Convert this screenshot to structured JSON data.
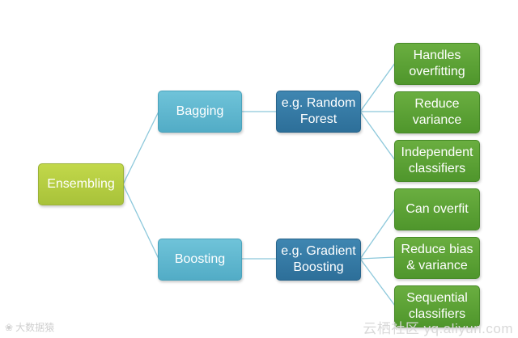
{
  "nodes": {
    "root": "Ensembling",
    "bagging": "Bagging",
    "boosting": "Boosting",
    "random_forest": "e.g. Random\nForest",
    "gradient_boosting": "e.g. Gradient\nBoosting",
    "handles_overfitting": "Handles\noverfitting",
    "reduce_variance": "Reduce\nvariance",
    "independent_classifiers": "Independent\nclassifiers",
    "can_overfit": "Can overfit",
    "reduce_bias_variance": "Reduce bias\n& variance",
    "sequential_classifiers": "Sequential\nclassifiers"
  },
  "colors": {
    "root": "#b5cd42",
    "level1": "#5cb6cf",
    "level2": "#347aa6",
    "leaf": "#5ba235",
    "connector": "#8cc8db"
  },
  "watermarks": {
    "left": "大数据猿",
    "right": "云栖社区 yq.aliyun.com"
  }
}
